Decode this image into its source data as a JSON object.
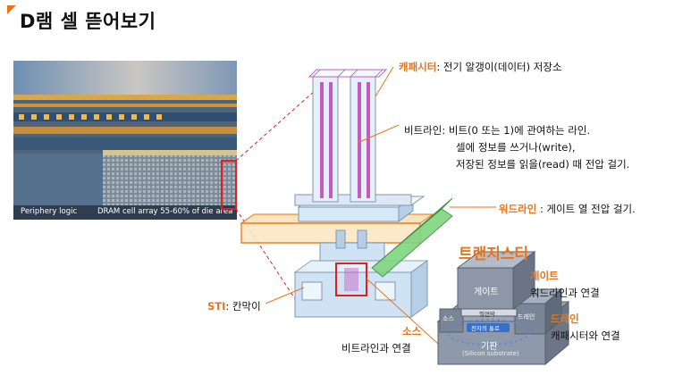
{
  "title": "D램 셀 뜯어보기",
  "die_photo": {
    "caption_left": "Periphery logic",
    "caption_right": "DRAM cell array 55-60% of die area"
  },
  "callouts": {
    "capacitor": {
      "term": "캐패시터",
      "desc": ": 전기 알갱이(데이터) 저장소"
    },
    "bitline": {
      "term": "비트라인",
      "desc": ": 비트(0 또는 1)에 관여하는 라인.",
      "line2": "셀에 정보를 쓰거나(write),",
      "line3": "저장된 정보를 읽을(read) 때 전압 걸기."
    },
    "wordline": {
      "term": "워드라인",
      "desc": " : 게이트 열 전압 걸기."
    },
    "sti": {
      "term": "STI",
      "desc": ": 칸막이"
    }
  },
  "transistor": {
    "title": "트랜지스터",
    "gate_block": "게이트",
    "oxide": "절연막",
    "channel": "전자의 통로",
    "source_block": "소스",
    "drain_block": "드레인",
    "substrate": "기판",
    "substrate_en": "(Silicon substrate)",
    "gate_label": {
      "term": "게이트",
      "desc": "워드라인과 연결"
    },
    "drain_label": {
      "term": "드레인",
      "desc": "캐패시터와 연결"
    },
    "source_label": {
      "term": "소스",
      "desc": "비트라인과 연결"
    }
  },
  "colors": {
    "accent": "#e8751a",
    "highlight_box": "#e02020",
    "wordline": "#5cc45c",
    "capacitor_inner": "#c65bbf",
    "cell_blue": "#cfe3f5"
  }
}
